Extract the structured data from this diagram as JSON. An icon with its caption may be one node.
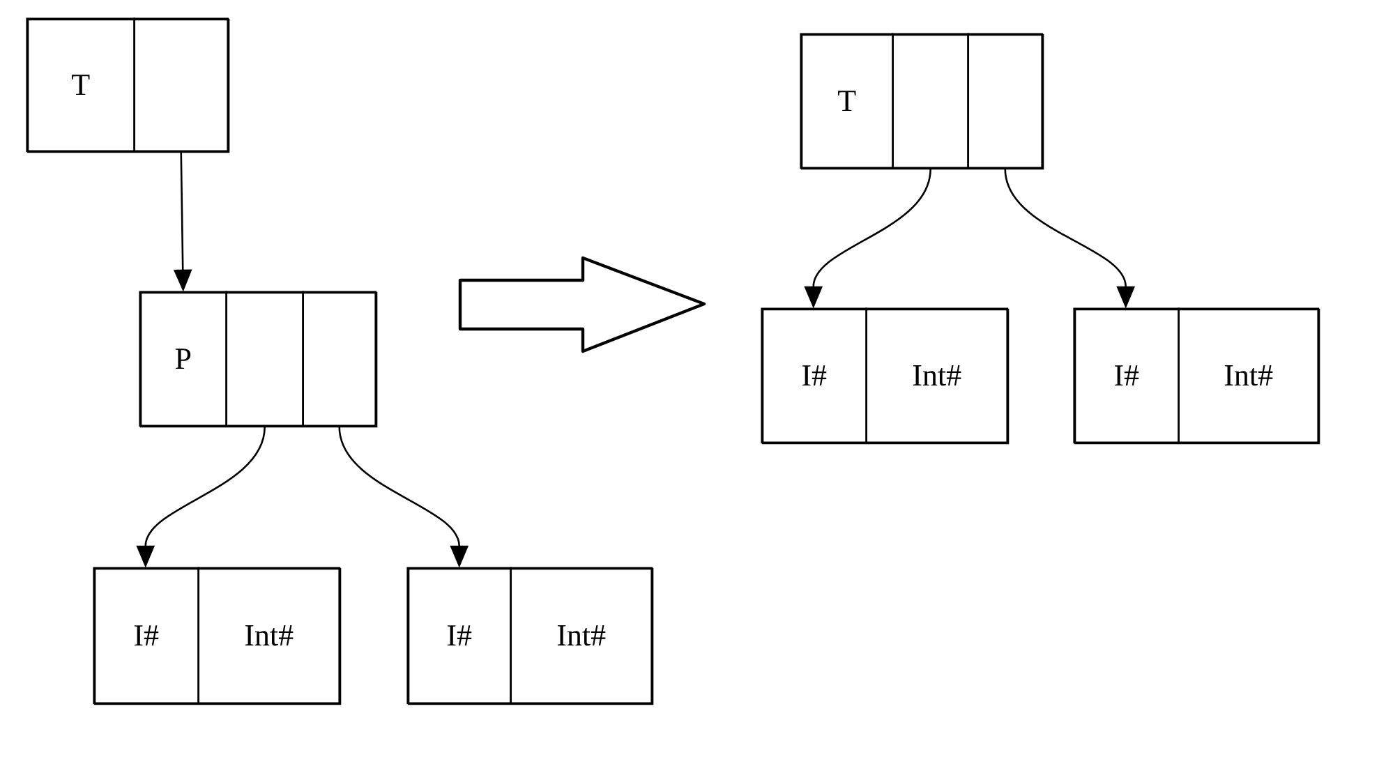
{
  "diagram": {
    "nodes": [
      {
        "text": [],
        "shape": "box"
      },
      {
        "text": [
          "T"
        ],
        "in": 0
      },
      {
        "text": [],
        "shape": "box",
        "in": 0
      },
      {
        "text": [],
        "shape": "box"
      },
      {
        "text": [
          "P"
        ],
        "in": 3
      },
      {
        "text": [],
        "shape": "box",
        "in": 3
      },
      {
        "text": [],
        "shape": "box",
        "in": 3
      },
      {
        "text": [],
        "shape": "box"
      },
      {
        "text": [
          "I#"
        ],
        "in": 7
      },
      {
        "text": [
          "Int#"
        ],
        "in": 7
      },
      {
        "text": [],
        "shape": "box"
      },
      {
        "text": [
          "I#"
        ],
        "in": 10
      },
      {
        "text": [
          "Int#"
        ],
        "in": 10
      },
      {
        "text": [],
        "shape": "box"
      },
      {
        "text": [
          "T"
        ],
        "in": 13
      },
      {
        "text": [],
        "shape": "box",
        "in": 13
      },
      {
        "text": [],
        "shape": "box",
        "in": 13
      },
      {
        "text": [],
        "shape": "box"
      },
      {
        "text": [
          "I#"
        ],
        "in": 17
      },
      {
        "text": [
          "Int#"
        ],
        "in": 17
      },
      {
        "text": [],
        "shape": "box"
      },
      {
        "text": [
          "I#"
        ],
        "in": 20
      },
      {
        "text": [
          "Int#"
        ],
        "in": 20
      }
    ],
    "edges": [
      {
        "from": 2,
        "to": 3,
        "arrow": "to"
      },
      {
        "from": 5,
        "to": 7,
        "arrow": "to"
      },
      {
        "from": 6,
        "to": 10,
        "arrow": "to"
      },
      {
        "from": 15,
        "to": 17,
        "arrow": "to"
      },
      {
        "from": 16,
        "to": 20,
        "arrow": "to"
      }
    ]
  }
}
